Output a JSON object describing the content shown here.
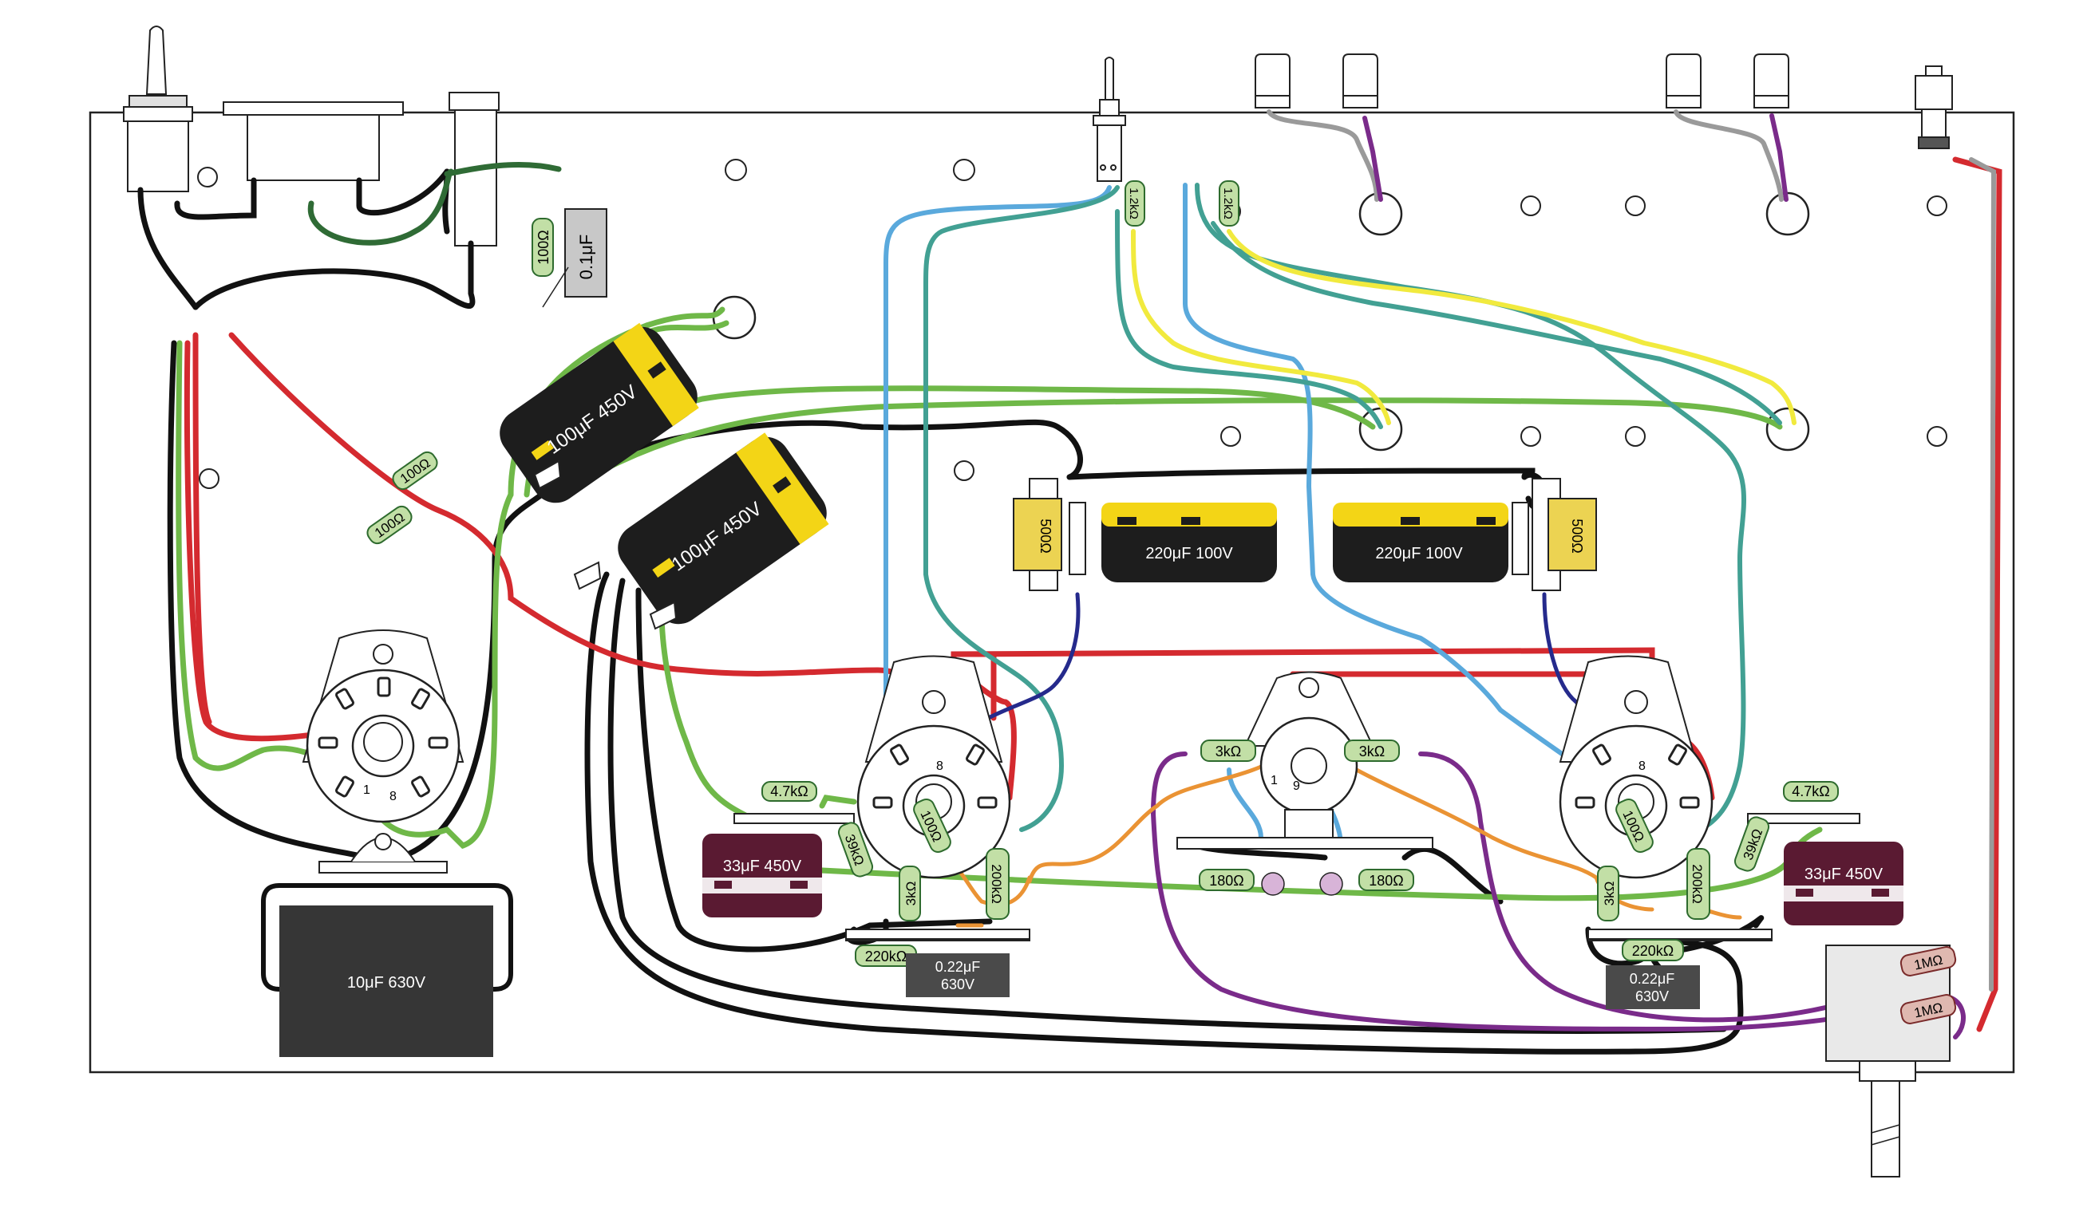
{
  "colors": {
    "chassis": "#222222",
    "red": "#d42a2f",
    "green": "#6fb848",
    "darkgreen": "#2f6b35",
    "black": "#111111",
    "blue": "#5aa9dc",
    "teal": "#42a093",
    "yellow": "#f1ea3e",
    "orange": "#ea9334",
    "purple": "#7a2b8a",
    "navy": "#252a8c",
    "gray": "#9a9a9a",
    "resistor_fill": "#c2dfa6",
    "resistor_stroke": "#2e6b2e",
    "cap_yellow": "#f3d516",
    "cap_black": "#1d1d1d",
    "cap_maroon": "#5a1a32",
    "cap_gray": "#4a4a4a",
    "wirewound_fill": "#ecd352",
    "film_cap_fill": "#c8c8c8",
    "pot_fill": "#e9e9e9",
    "ceramic_cap_fill": "#d8b4d8",
    "highres_fill": "#dfb8b0"
  },
  "icons": {
    "toggle_switch": "toggle-switch-icon",
    "pilot_jack": "jack-icon",
    "tube_socket_octal": "octal-socket-icon",
    "tube_socket_9pin": "noval-socket-icon",
    "terminal_strip": "terminal-strip-icon",
    "potentiometer": "potentiometer-icon"
  },
  "labels": {
    "r_100_top": "100Ω",
    "c_01uf": "0.1μF",
    "r_100_a": "100Ω",
    "r_100_b": "100Ω",
    "cap_100uf_a": "100μF  450V",
    "cap_100uf_b": "100μF  450V",
    "r_12k_a": "1.2kΩ",
    "r_12k_b": "1.2kΩ",
    "ww_500_a": "500Ω",
    "ww_500_b": "500Ω",
    "cap_220uf_a": "220μF  100V",
    "cap_220uf_b": "220μF  100V",
    "cap_10uf": "10μF  630V",
    "pin1_rect": "1",
    "pin8_rect": "8",
    "pin8_left": "8",
    "pin8_right": "8",
    "pin1_mid": "1",
    "pin9_mid": "9",
    "r_47k_a": "4.7kΩ",
    "r_47k_b": "4.7kΩ",
    "cap_33uf_a": "33μF  450V",
    "cap_33uf_b": "33μF  450V",
    "r_39k_a": "39kΩ",
    "r_39k_b": "39kΩ",
    "r_3k_a": "3kΩ",
    "r_3k_b": "3kΩ",
    "r_100_grid_a": "100Ω",
    "r_100_grid_b": "100Ω",
    "r_200k_a": "200kΩ",
    "r_200k_b": "200kΩ",
    "r_220k_a": "220kΩ",
    "r_220k_b": "220kΩ",
    "cap_022_a": "0.22μF\n630V",
    "cap_022_b": "0.22μF\n630V",
    "r_3k_mid_a": "3kΩ",
    "r_3k_mid_b": "3kΩ",
    "r_180_a": "180Ω",
    "r_180_b": "180Ω",
    "r_1m_a": "1MΩ",
    "r_1m_b": "1MΩ"
  }
}
